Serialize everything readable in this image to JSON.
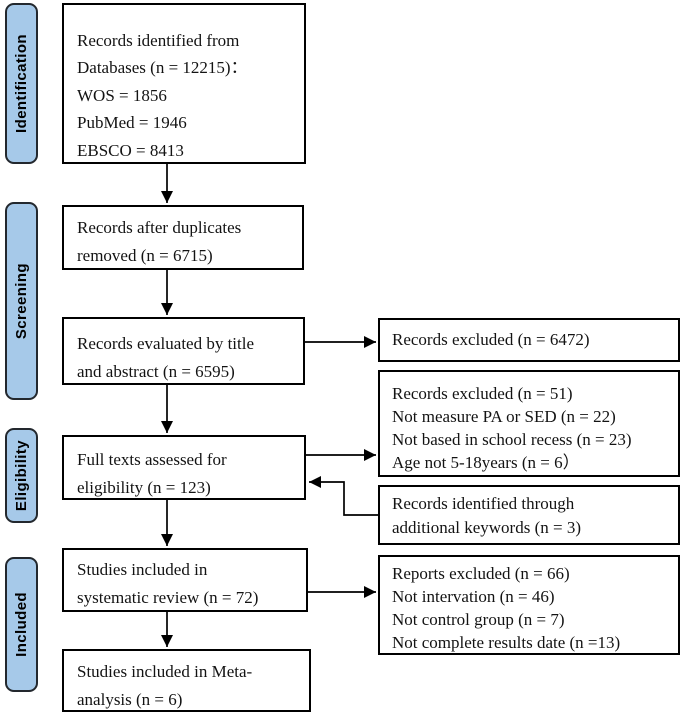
{
  "flowchart": {
    "title_semantic": "PRISMA study selection flow diagram",
    "stages": [
      {
        "label": "Identification"
      },
      {
        "label": "Screening"
      },
      {
        "label": "Eligibility"
      },
      {
        "label": "Included"
      }
    ],
    "main_boxes": [
      {
        "lines": [
          "Records identified from",
          "Databases (n = 12215)：",
          "WOS = 1856",
          "PubMed = 1946",
          "EBSCO = 8413"
        ]
      },
      {
        "lines": [
          "Records after duplicates",
          "removed (n = 6715)"
        ]
      },
      {
        "lines": [
          "Records evaluated by title",
          "and abstract (n = 6595)"
        ]
      },
      {
        "lines": [
          "Full texts assessed for",
          "eligibility (n = 123)"
        ]
      },
      {
        "lines": [
          "Studies included in",
          "systematic review (n = 72)"
        ]
      },
      {
        "lines": [
          "Studies included in Meta-",
          "analysis (n = 6)"
        ]
      }
    ],
    "side_boxes": [
      {
        "lines": [
          "Records excluded (n = 6472)"
        ]
      },
      {
        "lines": [
          "Records excluded (n = 51)",
          "Not measure PA or SED (n = 22)",
          "Not based in school recess (n = 23)",
          "Age not 5-18years (n = 6）"
        ]
      },
      {
        "lines": [
          "Records identified through",
          "additional keywords (n = 3)"
        ]
      },
      {
        "lines": [
          "Reports excluded (n = 66)",
          "Not intervation (n = 46)",
          "Not control group (n = 7)",
          "Not complete results date (n =13)"
        ]
      }
    ],
    "colors": {
      "stage_fill": "#a6c9e9",
      "stage_border": "#23282e",
      "box_border": "#000000",
      "arrow": "#000000",
      "background": "#ffffff"
    }
  }
}
